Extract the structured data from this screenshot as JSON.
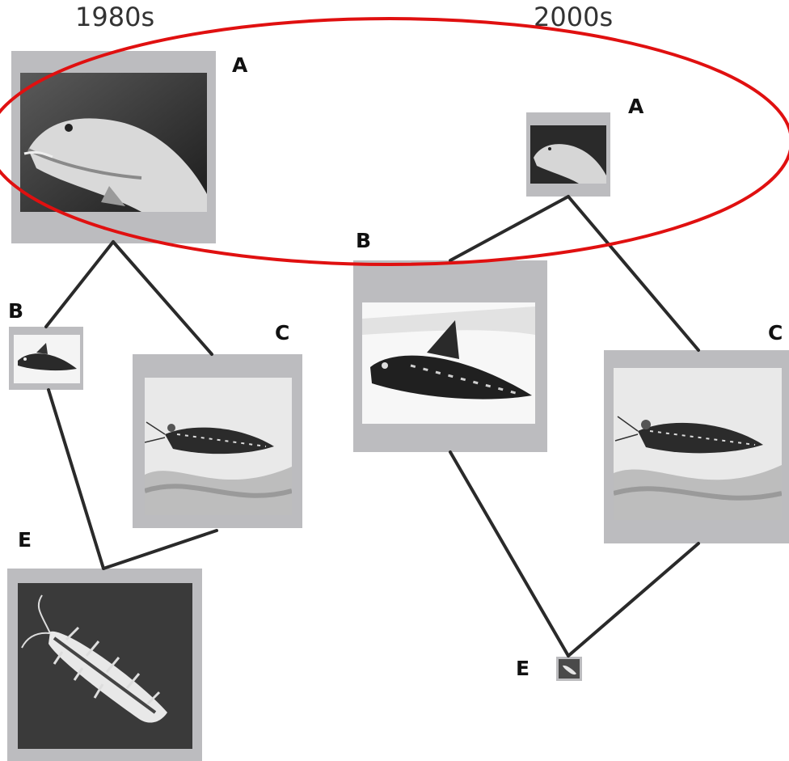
{
  "decades": {
    "left": "1980s",
    "right": "2000s"
  },
  "panels": {
    "left": {
      "A": "A",
      "B": "B",
      "C": "C",
      "E": "E"
    },
    "right": {
      "A": "A",
      "B": "B",
      "C": "C",
      "E": "E"
    }
  },
  "photos": {
    "A": "cod fish photo",
    "B": "goby fish photo",
    "C": "shrimp photo",
    "E": "isopod crustacean photo"
  },
  "colors": {
    "highlight_ellipse": "#e01010",
    "frame": "#bcbcbf",
    "link": "#2a2a2a"
  }
}
